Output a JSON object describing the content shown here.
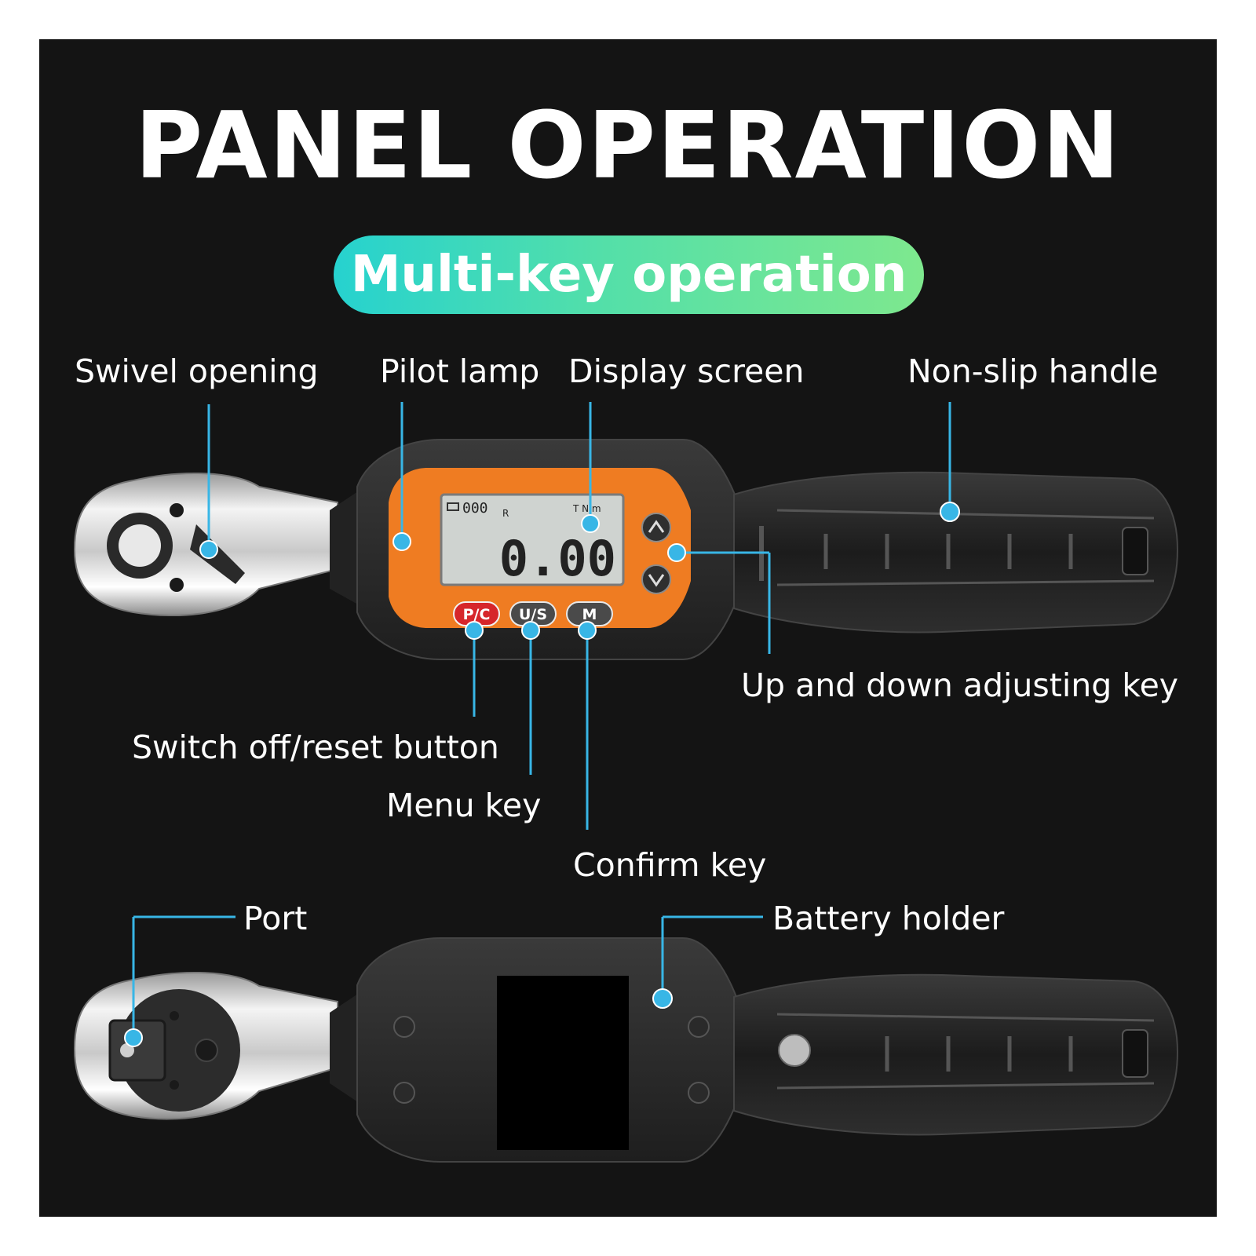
{
  "heading": {
    "title": "PANEL OPERATION",
    "subtitle": "Multi-key operation"
  },
  "labels": {
    "swivel_opening": "Swivel opening",
    "pilot_lamp": "Pilot lamp",
    "display_screen": "Display screen",
    "non_slip_handle": "Non-slip handle",
    "up_down_key": "Up and down adjusting key",
    "switch_off_reset": "Switch off/reset button",
    "menu_key": "Menu key",
    "confirm_key": "Confirm key",
    "port": "Port",
    "battery_holder": "Battery holder"
  },
  "display": {
    "reading": "0.00",
    "top_left": "000",
    "mode_indicator": "R",
    "unit": "T N.m"
  },
  "keys": {
    "pc": "P/C",
    "us": "U/S",
    "m": "M"
  },
  "colors": {
    "background": "#141414",
    "callout": "#38b6e6",
    "face": "#ef7c22",
    "lcd": "#cfd3d0",
    "pc_key": "#d6262b",
    "pill_gradient": [
      "#26d2cf",
      "#7ee88e"
    ]
  }
}
